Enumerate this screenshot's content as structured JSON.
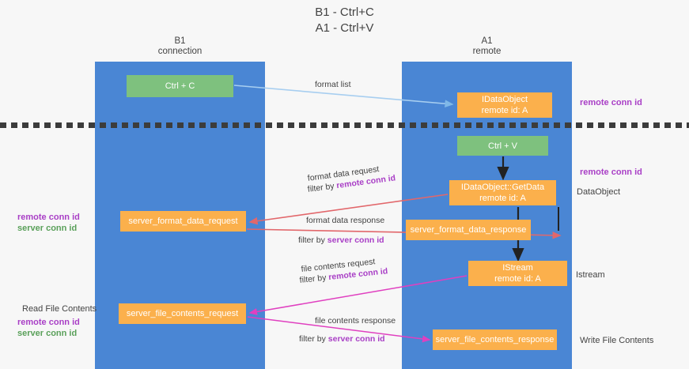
{
  "title": "B1 - Ctrl+C\nA1 - Ctrl+V",
  "lanes": [
    {
      "id": "b1",
      "header": "B1\nconnection"
    },
    {
      "id": "a1",
      "header": "A1\nremote"
    }
  ],
  "nodes": {
    "ctrl_c": "Ctrl + C",
    "idataobject": "IDataObject\nremote id: A",
    "ctrl_v": "Ctrl + V",
    "getdata": "IDataObject::GetData\nremote id: A",
    "server_format_data_request": "server_format_data_request",
    "server_format_data_response": "server_format_data_response",
    "istream": "IStream\nremote id: A",
    "server_file_contents_request": "server_file_contents_request",
    "server_file_contents_response": "server_file_contents_response"
  },
  "edge_labels": {
    "format_list": "format list",
    "format_data_request": "format data request",
    "format_data_request_filter_prefix": "filter by ",
    "format_data_request_filter_key": "remote conn id",
    "format_data_response": "format data response",
    "format_data_response_filter_prefix": "filter by ",
    "format_data_response_filter_key": "server conn id",
    "file_contents_request": "file contents request",
    "file_contents_request_filter_prefix": "filter by ",
    "file_contents_request_filter_key": "remote conn id",
    "file_contents_response": "file contents response",
    "file_contents_response_filter_prefix": "filter by ",
    "file_contents_response_filter_key": "server conn id"
  },
  "annotations": {
    "remote_conn_id_top": "remote conn id",
    "remote_conn_id_mid": "remote conn id",
    "dataobject": "DataObject",
    "istream": "Istream",
    "write_file_contents": "Write File Contents",
    "read_file_contents": "Read File Contents",
    "left_remote_conn_id_1": "remote conn id",
    "left_server_conn_id_1": "server conn id",
    "left_remote_conn_id_2": "remote conn id",
    "left_server_conn_id_2": "server conn id"
  },
  "colors": {
    "lane": "#4a86d4",
    "green_node": "#7ec17e",
    "orange_node": "#fbb04c",
    "purple_text": "#a93fc6",
    "green_text": "#5aa05a",
    "divider": "#3c3c3c",
    "edge_blue": "#a7cef0",
    "edge_red": "#e2676b",
    "edge_magenta": "#e040c0",
    "edge_black": "#222222"
  }
}
